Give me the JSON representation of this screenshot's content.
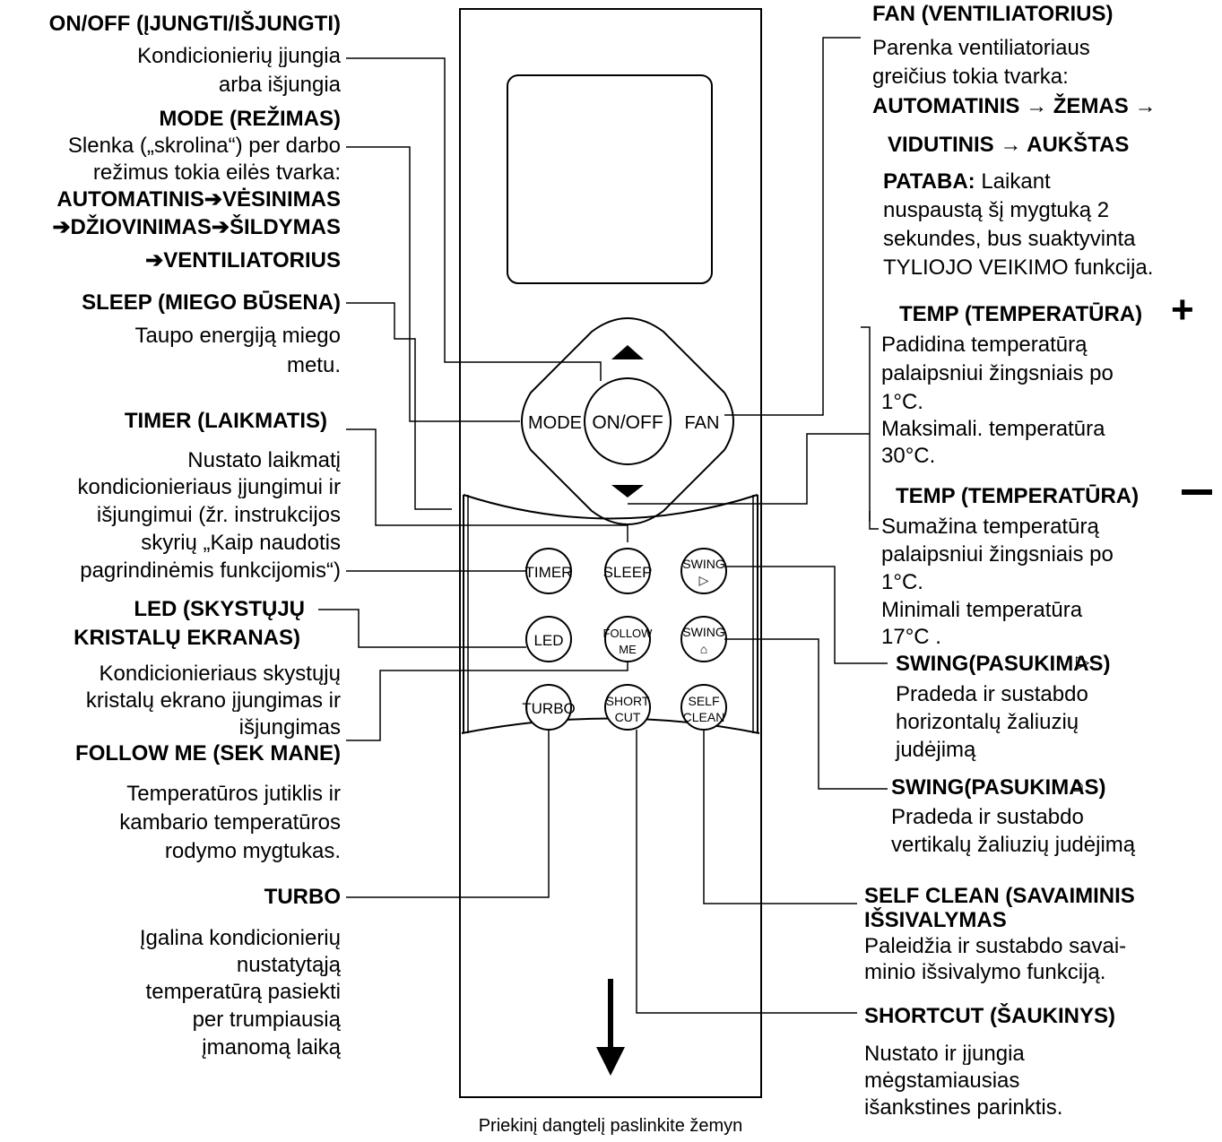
{
  "remote": {
    "on_off": "ON/OFF",
    "mode": "MODE",
    "fan": "FAN",
    "timer": "TIMER",
    "sleep": "SLEEP",
    "swing_h_l1": "SWING",
    "swing_h_l2": "▷",
    "led": "LED",
    "follow_l1": "FOLLOW",
    "follow_l2": "ME",
    "swing_v_l1": "SWING",
    "swing_v_l2": "⌂",
    "turbo": "TURBO",
    "short_l1": "SHORT",
    "short_l2": "CUT",
    "self_l1": "SELF",
    "self_l2": "CLEAN",
    "caption": "Priekinį dangtelį paslinkite žemyn"
  },
  "left": {
    "onoff_title": "ON/OFF (ĮJUNGTI/IŠJUNGTI)",
    "onoff_d1": "Kondicionierių įjungia",
    "onoff_d2": "arba išjungia",
    "mode_title": "MODE (REŽIMAS)",
    "mode_d1": "Slenka („skrolina“) per darbo",
    "mode_d2": "režimus tokia eilės tvarka:",
    "mode_d3": "AUTOMATINIS➔VĖSINIMAS",
    "mode_d4": "➔DŽIOVINIMAS➔ŠILDYMAS",
    "mode_d5": "➔VENTILIATORIUS",
    "sleep_title": "SLEEP (MIEGO BŪSENA)",
    "sleep_d1": "Taupo energiją miego",
    "sleep_d2": "metu.",
    "timer_title": "TIMER (LAIKMATIS)",
    "timer_d1": "Nustato laikmatį",
    "timer_d2": "kondicionieriaus įjungimui ir",
    "timer_d3": "išjungimui (žr. instrukcijos",
    "timer_d4": "skyrių „Kaip naudotis",
    "timer_d5": "pagrindinėmis funkcijomis“)",
    "led_title1": "LED (SKYSTŲJŲ",
    "led_title2": "KRISTALŲ EKRANAS)",
    "led_d1": "Kondicionieriaus skystųjų",
    "led_d2": "kristalų ekrano įjungimas ir",
    "led_d3": "išjungimas",
    "follow_title": "FOLLOW ME (SEK MANE)",
    "follow_d1": "Temperatūros jutiklis ir",
    "follow_d2": "kambario temperatūros",
    "follow_d3": "rodymo mygtukas.",
    "turbo_title": "TURBO",
    "turbo_d1": "Įgalina kondicionierių",
    "turbo_d2": "nustatytąją",
    "turbo_d3": "temperatūrą pasiekti",
    "turbo_d4": "per trumpiausią",
    "turbo_d5": "įmanomą laiką"
  },
  "right": {
    "fan_title": "FAN (VENTILIATORIUS)",
    "fan_d1": "Parenka ventiliatoriaus",
    "fan_d2": "greičius tokia tvarka:",
    "fan_d3": "AUTOMATINIS → ŽEMAS →",
    "fan_d4": "VIDUTINIS → AUKŠTAS",
    "note_bold": "PATABA:",
    "note_d1": " Laikant",
    "note_d2": "nuspaustą šį mygtuką 2",
    "note_d3": "sekundes, bus suaktyvinta",
    "note_d4": "TYLIOJO VEIKIMO funkcija.",
    "tempup_title": "TEMP (TEMPERATŪRA)",
    "tempup_sign": "+",
    "tempup_d1": "Padidina temperatūrą",
    "tempup_d2": "palaipsniui žingsniais po",
    "tempup_d3": "1°C.",
    "tempup_d4": "Maksimali. temperatūra",
    "tempup_d5": "30°C.",
    "tempdn_title": "TEMP (TEMPERATŪRA)",
    "tempdn_d1": "Sumažina temperatūrą",
    "tempdn_d2": "palaipsniui žingsniais po",
    "tempdn_d3": "1°C.",
    "tempdn_d4": "Minimali temperatūra",
    "tempdn_d5": "17°C .",
    "swh_title": "SWING(PASUKIMAS)",
    "swh_d1": "Pradeda ir sustabdo",
    "swh_d2": "horizontalų žaliuzių",
    "swh_d3": "judėjimą",
    "swv_title": "SWING(PASUKIMAS)",
    "swv_d1": "Pradeda ir sustabdo",
    "swv_d2": "vertikalų žaliuzių judėjimą",
    "self_title1": "SELF CLEAN (SAVAIMINIS",
    "self_title2": "IŠSIVALYMAS",
    "self_d1": "Paleidžia ir sustabdo savai-",
    "self_d2": "minio išsivalymo funkciją.",
    "short_title": "SHORTCUT (ŠAUKINYS)",
    "short_d1": "Nustato ir įjungia",
    "short_d2": "mėgstamiausias",
    "short_d3": "išankstines parinktis."
  }
}
